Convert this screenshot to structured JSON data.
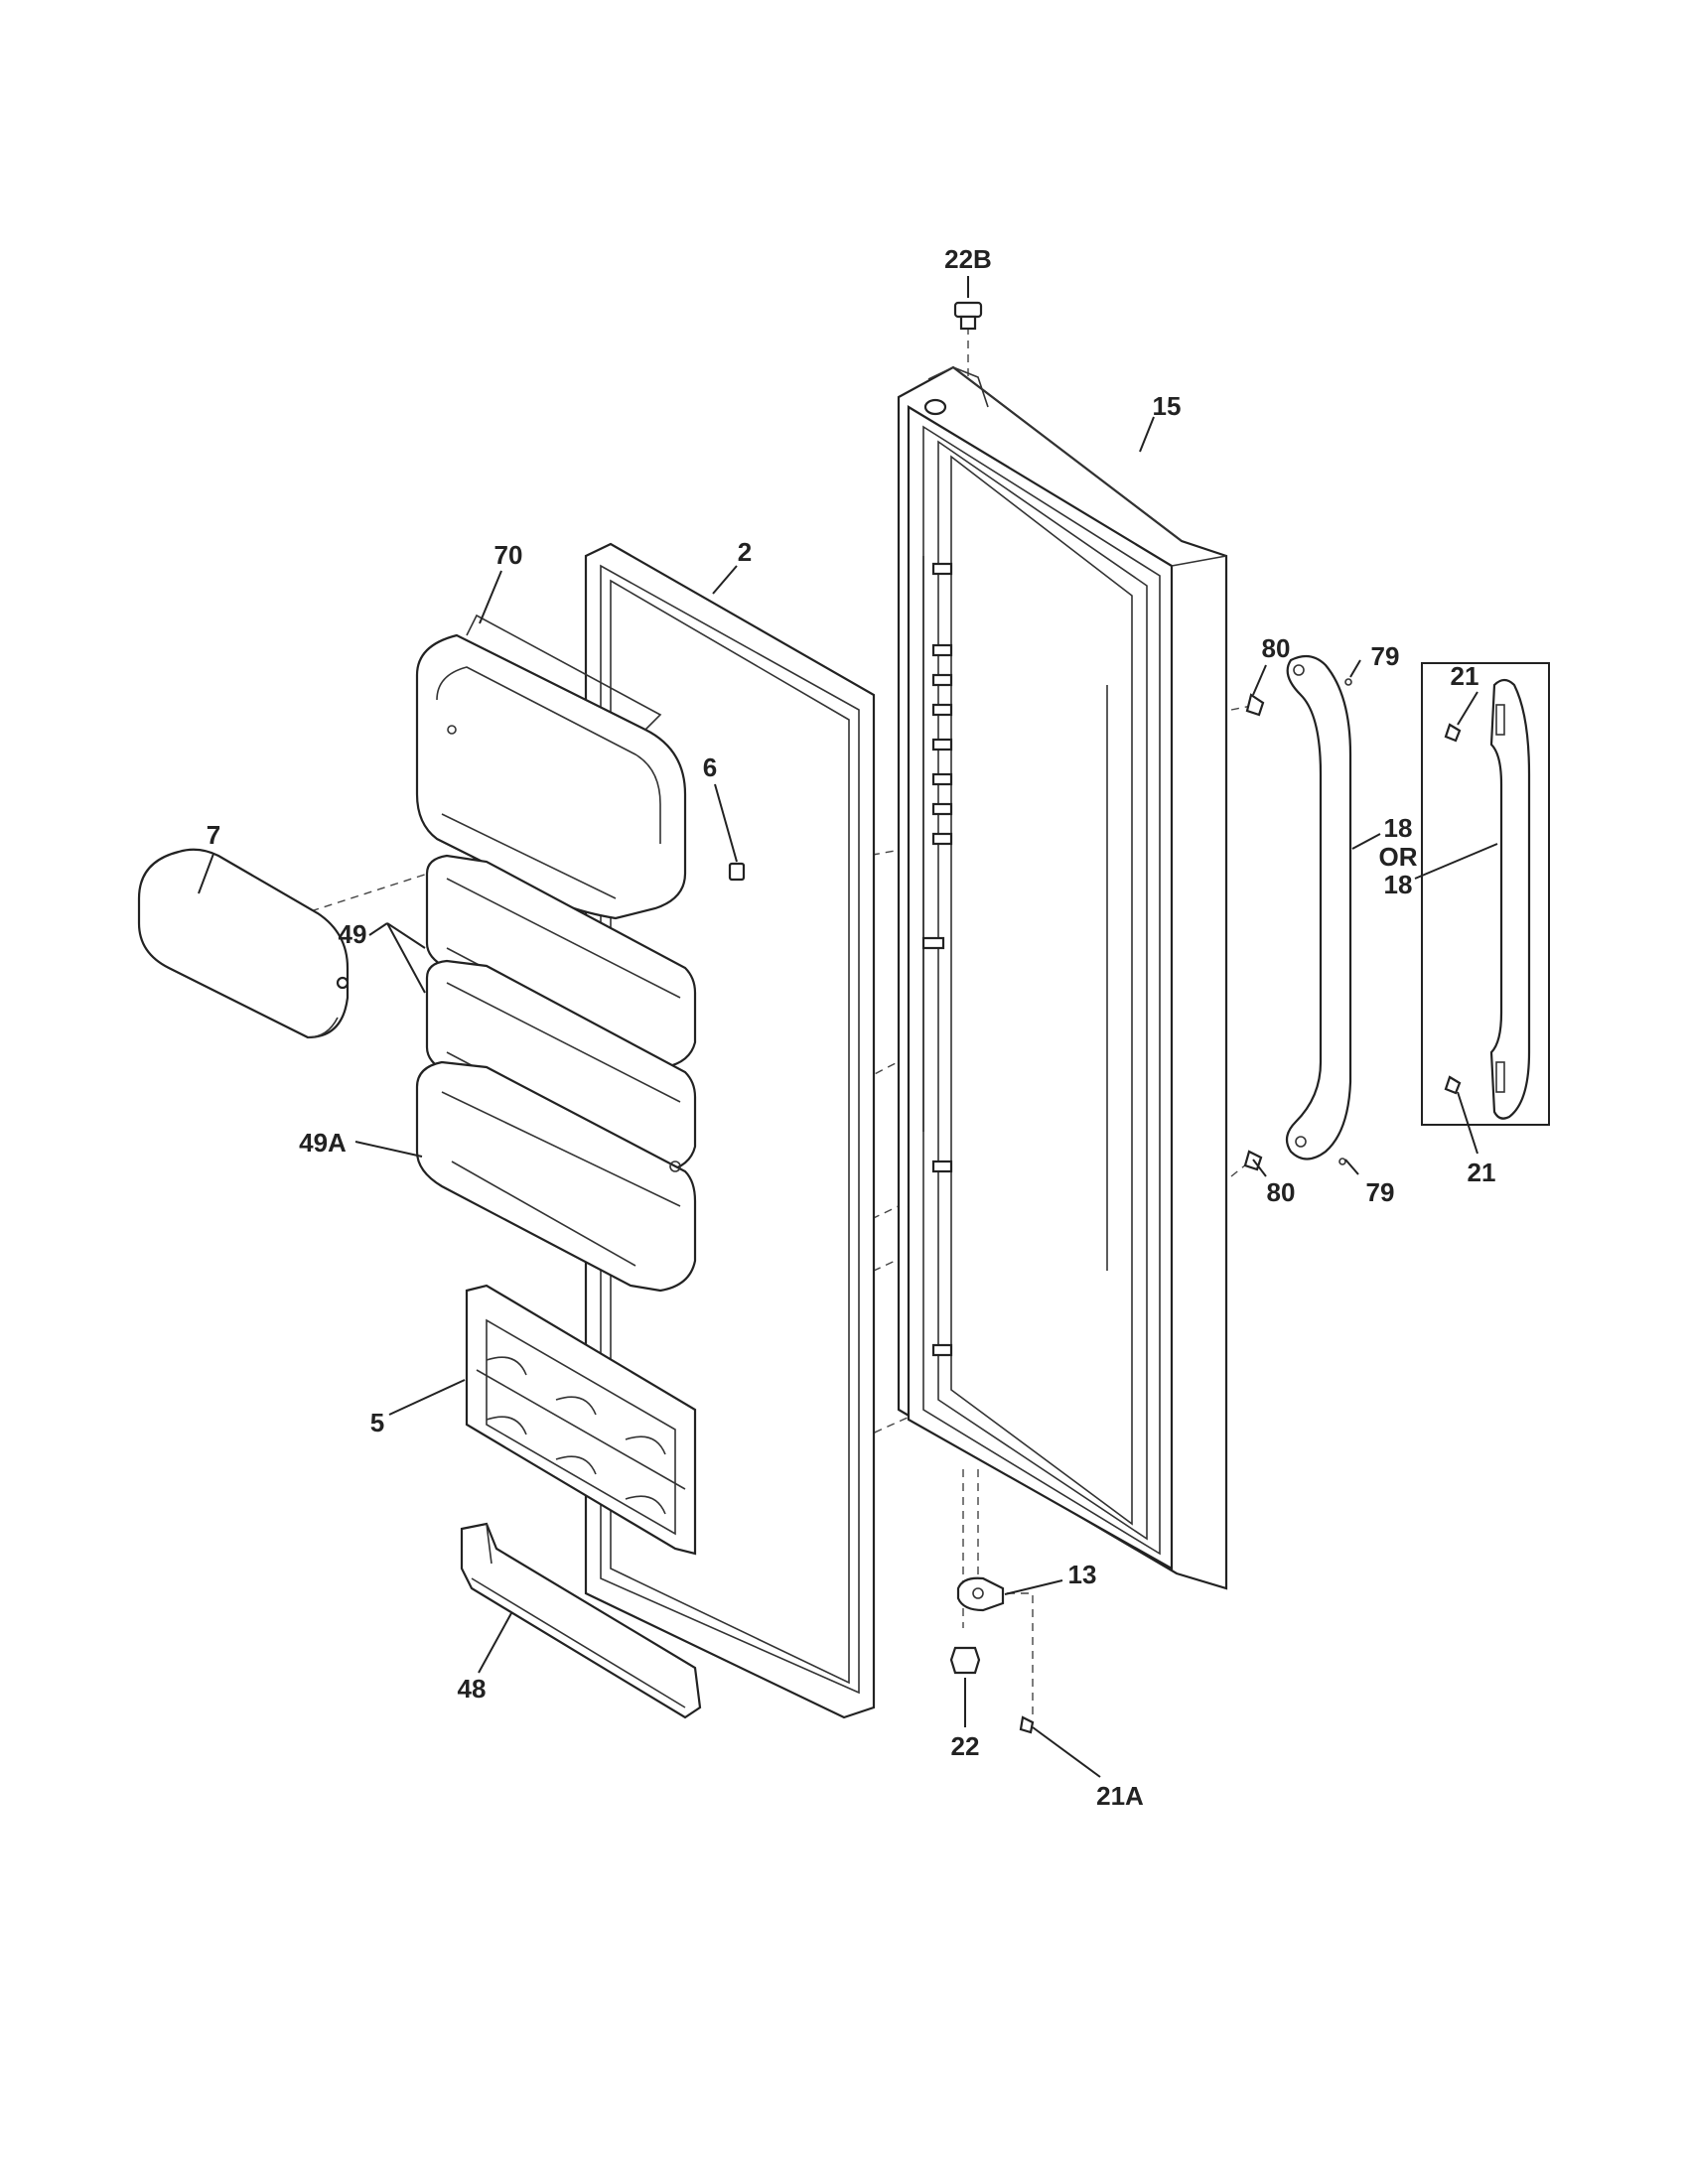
{
  "callouts": {
    "c22B": "22B",
    "c15": "15",
    "c70": "70",
    "c2": "2",
    "c80_top": "80",
    "c79_top": "79",
    "c21_top": "21",
    "c6": "6",
    "c7": "7",
    "c18_a": "18",
    "c_or": "OR",
    "c18_b": "18",
    "c49": "49",
    "c80_bot": "80",
    "c79_bot": "79",
    "c21_bot": "21",
    "c49A": "49A",
    "c5": "5",
    "c13": "13",
    "c48": "48",
    "c22": "22",
    "c21A": "21A"
  }
}
